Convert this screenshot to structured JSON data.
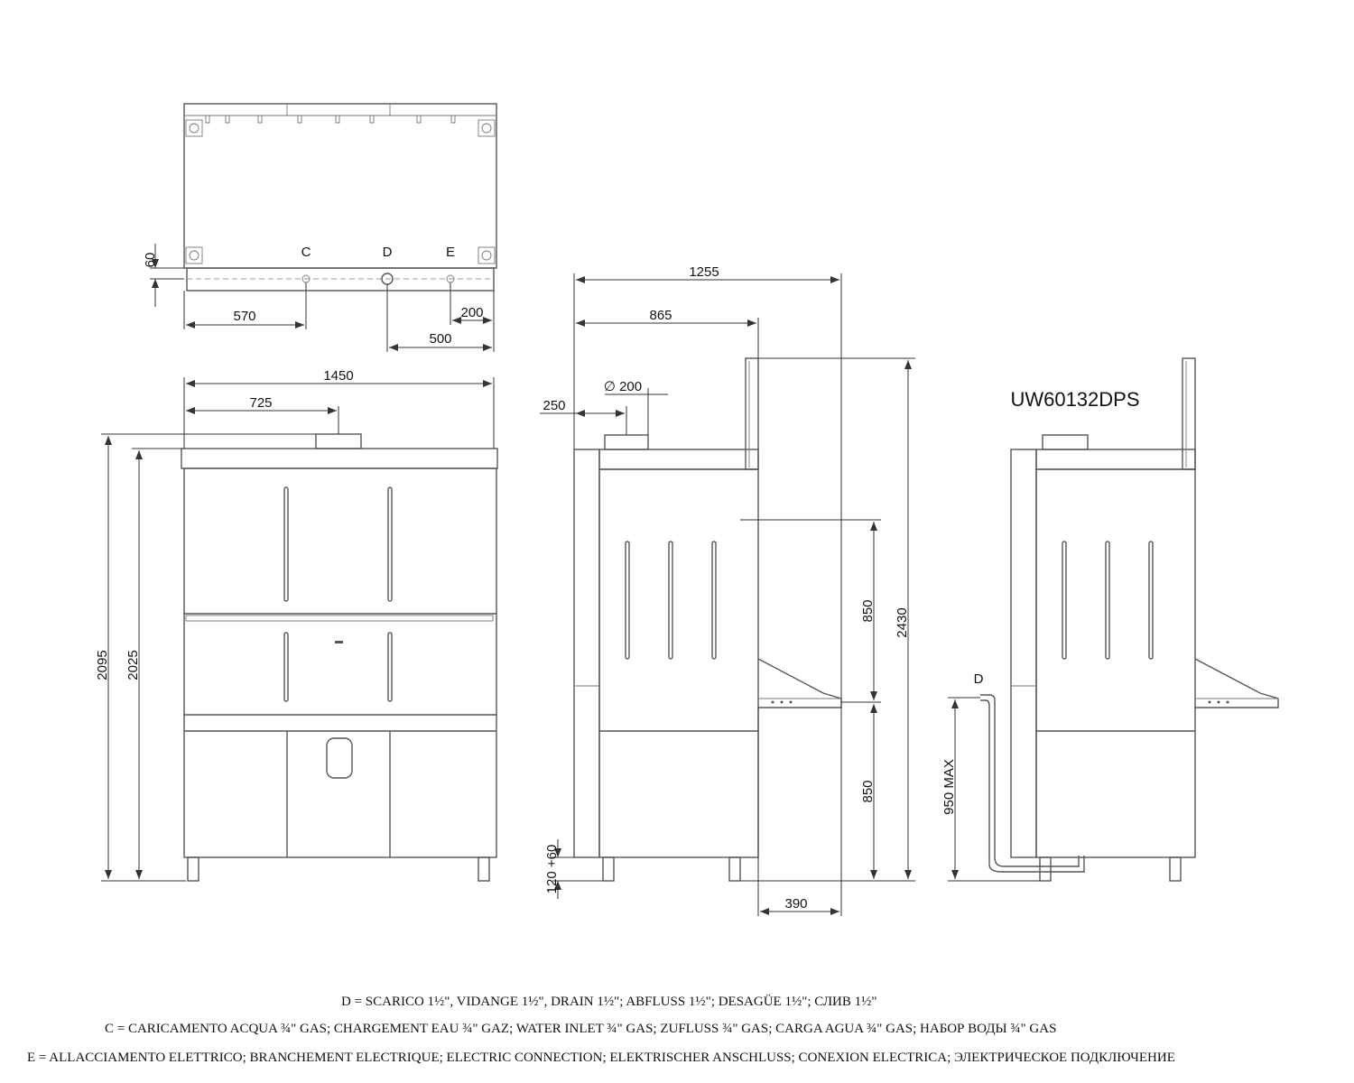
{
  "model": "UW60132DPS",
  "connection_labels": {
    "c": "C",
    "d": "D",
    "e": "E",
    "side_d": "D"
  },
  "dimensions": {
    "top_60": "60",
    "top_570": "570",
    "top_200": "200",
    "top_500": "500",
    "front_1450": "1450",
    "front_725": "725",
    "front_2095": "2095",
    "front_2025": "2025",
    "side_1255": "1255",
    "side_865": "865",
    "side_250": "250",
    "side_dia200": "∅ 200",
    "side_850_upper": "850",
    "side_850_lower": "850",
    "side_2430": "2430",
    "side_120_60": "120 +60",
    "side_390": "390",
    "right_950max": "950 MAX"
  },
  "legend": {
    "d": "D = SCARICO 1½\", VIDANGE 1½\", DRAIN 1½\"; ABFLUSS 1½\"; DESAGÜE 1½\"; СЛИВ 1½\"",
    "c": "C = CARICAMENTO ACQUA ¾\" GAS; CHARGEMENT EAU ¾\" GAZ; WATER INLET ¾\" GAS; ZUFLUSS ¾\" GAS; CARGA AGUA ¾\" GAS; НАБОР ВОДЫ ¾\" GAS",
    "e": "E =  ALLACCIAMENTO ELETTRICO; BRANCHEMENT   ELECTRIQUE; ELECTRIC CONNECTION; ELEKTRISCHER ANSCHLUSS; CONEXION ELECTRICA; ЭЛЕКТРИЧЕСКОЕ ПОДКЛЮЧЕНИЕ"
  }
}
